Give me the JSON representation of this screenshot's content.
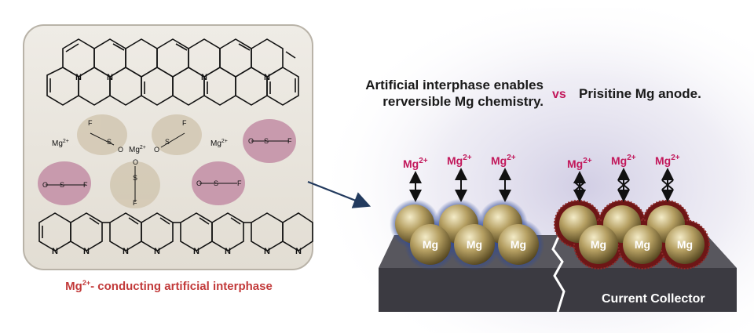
{
  "caption": {
    "ion": "Mg",
    "ion_charge": "2+",
    "text": "- conducting artificial interphase"
  },
  "headings": {
    "left_line1": "Artificial interphase enables",
    "left_line2": "rerversible Mg chemistry.",
    "vs": "vs",
    "right": "Prisitine Mg anode."
  },
  "collector_label": "Current Collector",
  "molecule": {
    "nitrogen": "N",
    "oxygen": "O",
    "sulfur": "S",
    "fluorine": "F",
    "mg": "Mg",
    "mg_charge": "2+",
    "o_charge": "-",
    "free_ion_left": "Mg",
    "free_ion_right": "Mg"
  },
  "particles": {
    "label": "Mg",
    "ion_label": "Mg",
    "ion_charge": "2+"
  },
  "colors": {
    "caption_red": "#c23a3a",
    "ion_pink": "#c2185b",
    "triflate_mauve": "#c89aad",
    "coordination_tan": "#d2c7b2",
    "glow_blue": "#2f4a9a",
    "shell_red": "#6e1616",
    "sphere_gold": "#b09a5e",
    "collector_top": "#58575e",
    "collector_front": "#3b3a41"
  }
}
